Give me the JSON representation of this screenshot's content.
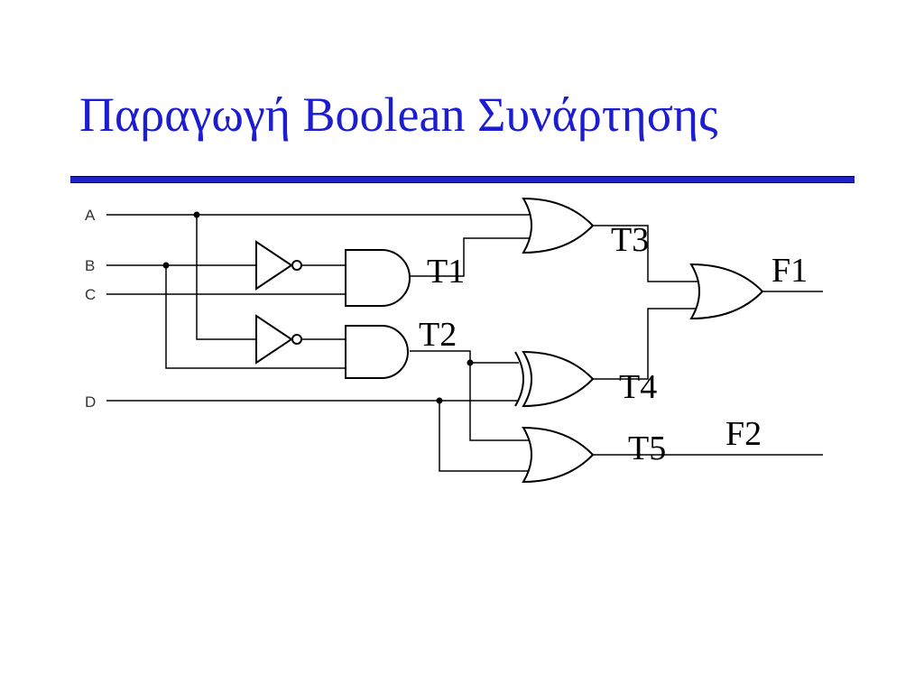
{
  "title": "Παραγωγή Boolean Συνάρτησης",
  "inputs": [
    "A",
    "B",
    "C",
    "D"
  ],
  "signals": {
    "t1": "T1",
    "t2": "T2",
    "t3": "T3",
    "t4": "T4",
    "t5": "T5",
    "f1": "F1",
    "f2": "F2"
  },
  "colors": {
    "title": "#1c1cd0",
    "rule": "#2020c8"
  }
}
